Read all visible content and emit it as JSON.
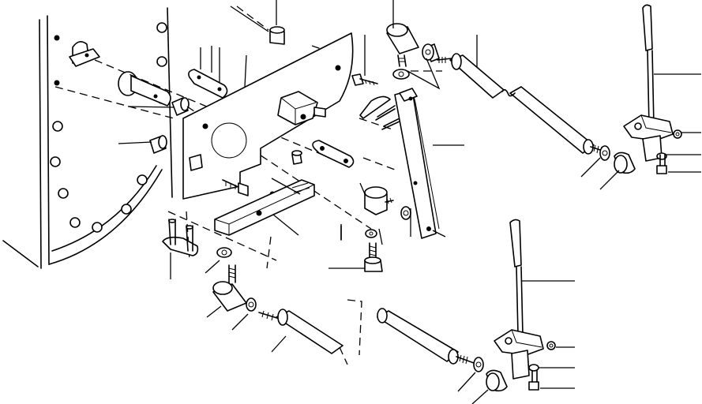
{
  "figure": {
    "type": "exploded parts diagram",
    "labels_printed": false,
    "leader_line_count": 34
  },
  "parts": {
    "cabinet_wall": "cabinet-side-wall",
    "mounting_plate": "mounting-plate",
    "upper_lever": "upper-control-lever",
    "lower_lever": "lower-control-lever",
    "upper_linkage": "upper-linkage-rod",
    "lower_linkage": "lower-linkage-rod",
    "bellcrank": "bellcrank-arm",
    "slide_bar": "slide-bar"
  }
}
